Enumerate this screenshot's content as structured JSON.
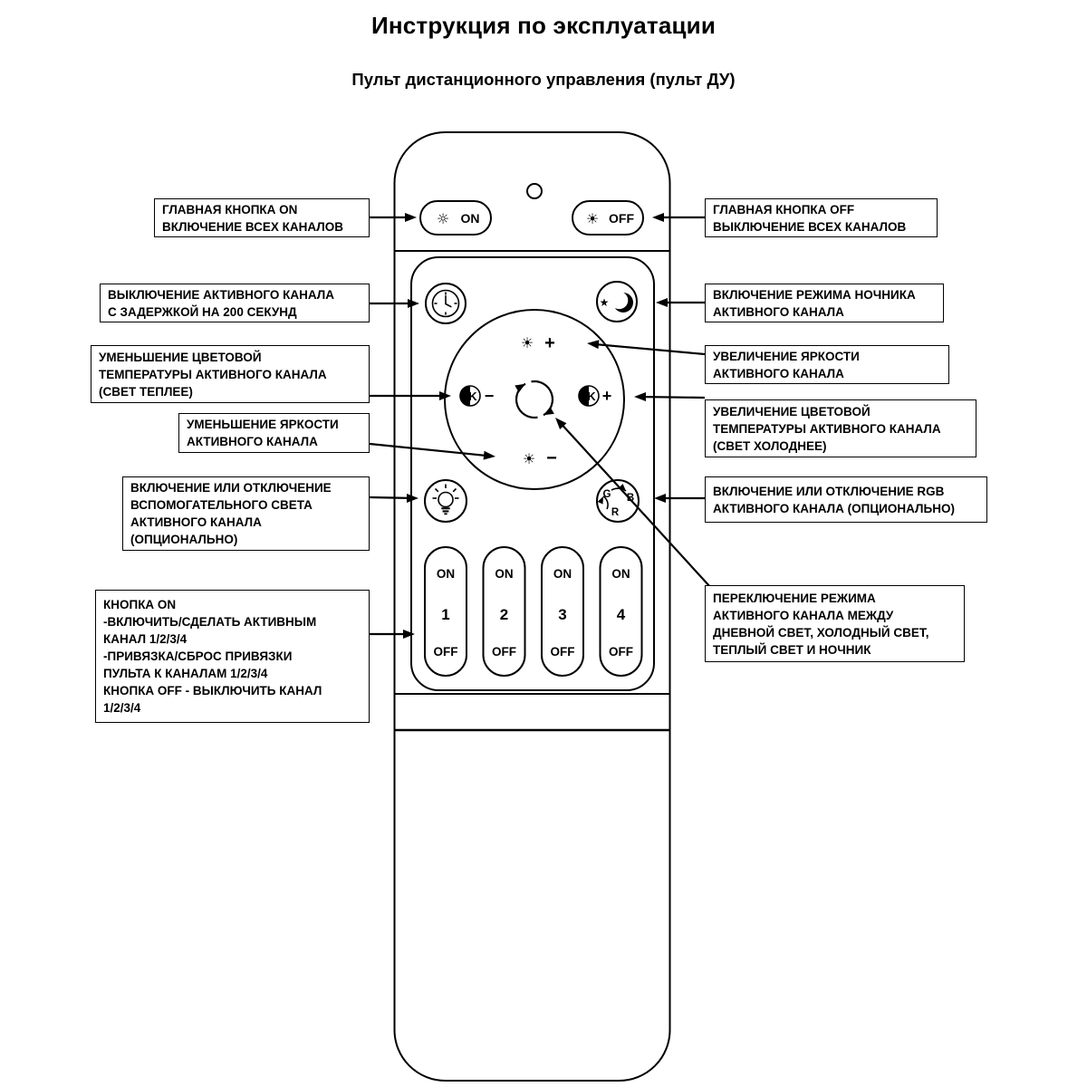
{
  "page": {
    "title": "Инструкция по эксплуатации",
    "subtitle": "Пульт дистанционного управления (пульт ДУ)"
  },
  "colors": {
    "ink": "#000000",
    "paper": "#ffffff"
  },
  "remote": {
    "power_on": {
      "icon": "☼",
      "label": "ON"
    },
    "power_off": {
      "icon": "☀",
      "label": "OFF"
    },
    "night_star": "★",
    "dpad": {
      "up": {
        "icon": "☀",
        "sign": "+"
      },
      "down": {
        "icon": "☀",
        "sign": "−"
      },
      "left": {
        "letter": "K",
        "sign": "−"
      },
      "right": {
        "letter": "K",
        "sign": "+"
      }
    },
    "rgb_letters": {
      "g": "G",
      "b": "B",
      "r": "R"
    },
    "channels": [
      {
        "on": "ON",
        "number": "1",
        "off": "OFF"
      },
      {
        "on": "ON",
        "number": "2",
        "off": "OFF"
      },
      {
        "on": "ON",
        "number": "3",
        "off": "OFF"
      },
      {
        "on": "ON",
        "number": "4",
        "off": "OFF"
      }
    ]
  },
  "callouts": {
    "left": [
      {
        "name": "main-on",
        "text": "ГЛАВНАЯ КНОПКА ON\nВКЛЮЧЕНИЕ ВСЕХ КАНАЛОВ"
      },
      {
        "name": "timer-off",
        "text": "ВЫКЛЮЧЕНИЕ АКТИВНОГО КАНАЛА\nС ЗАДЕРЖКОЙ НА 200 СЕКУНД"
      },
      {
        "name": "temp-warmer",
        "text": "УМЕНЬШЕНИЕ ЦВЕТОВОЙ\nТЕМПЕРАТУРЫ АКТИВНОГО КАНАЛА\n(СВЕТ ТЕПЛЕЕ)"
      },
      {
        "name": "brightness-down",
        "text": "УМЕНЬШЕНИЕ ЯРКОСТИ\nАКТИВНОГО КАНАЛА"
      },
      {
        "name": "aux-light",
        "text": "ВКЛЮЧЕНИЕ ИЛИ ОТКЛЮЧЕНИЕ\nВСПОМОГАТЕЛЬНОГО СВЕТА\nАКТИВНОГО КАНАЛА\n(ОПЦИОНАЛЬНО)"
      },
      {
        "name": "channel-buttons",
        "text": "КНОПКА ON\n-ВКЛЮЧИТЬ/СДЕЛАТЬ АКТИВНЫМ\nКАНАЛ 1/2/3/4\n-ПРИВЯЗКА/СБРОС ПРИВЯЗКИ\nПУЛЬТА К КАНАЛАМ 1/2/3/4\nКНОПКА OFF - ВЫКЛЮЧИТЬ КАНАЛ\n1/2/3/4"
      }
    ],
    "right": [
      {
        "name": "main-off",
        "text": "ГЛАВНАЯ КНОПКА OFF\nВЫКЛЮЧЕНИЕ ВСЕХ КАНАЛОВ"
      },
      {
        "name": "night-mode",
        "text": "ВКЛЮЧЕНИЕ РЕЖИМА НОЧНИКА\nАКТИВНОГО КАНАЛА"
      },
      {
        "name": "brightness-up",
        "text": "УВЕЛИЧЕНИЕ ЯРКОСТИ\nАКТИВНОГО КАНАЛА"
      },
      {
        "name": "temp-cooler",
        "text": "УВЕЛИЧЕНИЕ ЦВЕТОВОЙ\nТЕМПЕРАТУРЫ АКТИВНОГО КАНАЛА\n(СВЕТ ХОЛОДНЕЕ)"
      },
      {
        "name": "rgb-toggle",
        "text": "ВКЛЮЧЕНИЕ ИЛИ ОТКЛЮЧЕНИЕ RGB\nАКТИВНОГО КАНАЛА (ОПЦИОНАЛЬНО)"
      },
      {
        "name": "mode-cycle",
        "text": "ПЕРЕКЛЮЧЕНИЕ РЕЖИМА\nАКТИВНОГО КАНАЛА МЕЖДУ\nДНЕВНОЙ СВЕТ, ХОЛОДНЫЙ СВЕТ,\nТЕПЛЫЙ СВЕТ И НОЧНИК"
      }
    ]
  }
}
